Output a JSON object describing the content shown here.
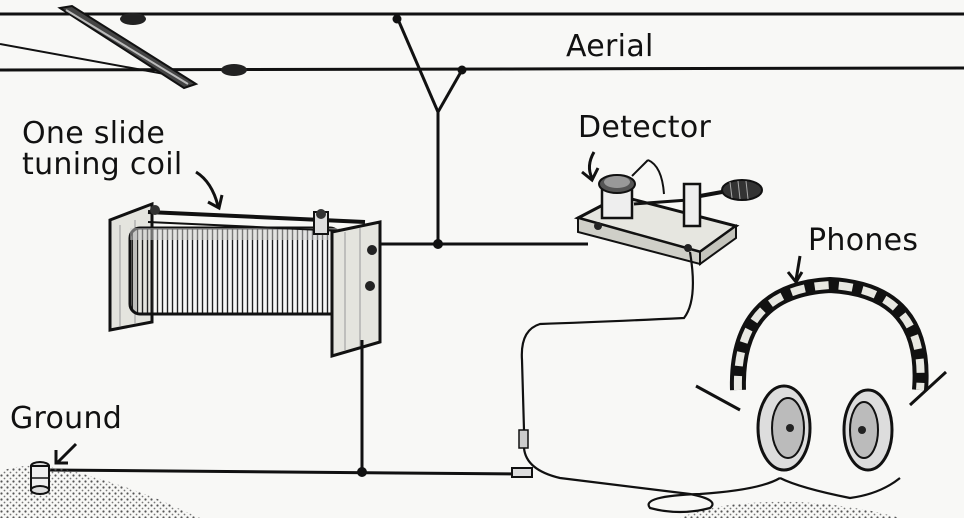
{
  "labels": {
    "aerial": "Aerial",
    "tuning_coil": "One slide tuning coil",
    "detector": "Detector",
    "phones": "Phones",
    "ground": "Ground"
  },
  "colors": {
    "ink": "#111111",
    "paper": "#f8f8f6",
    "wood": "#d8d8d2",
    "ground_stipple": "#777777"
  }
}
